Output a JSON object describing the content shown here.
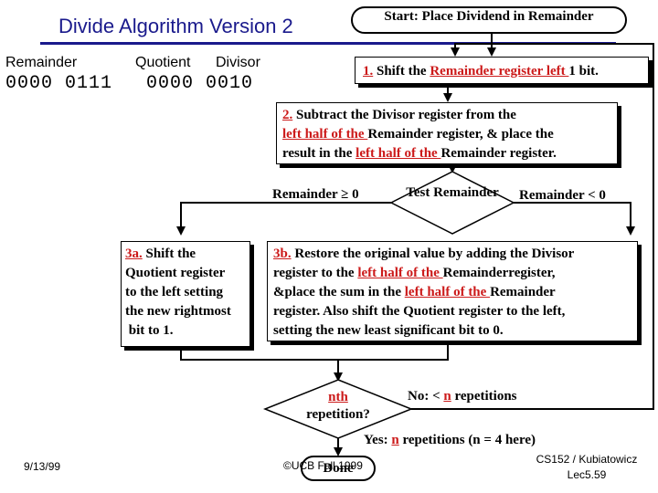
{
  "slide": {
    "title": "Divide Algorithm Version 2",
    "date": "9/13/99",
    "copyright": "©UCB Fall 1999",
    "course": "CS152 / Kubiatowicz",
    "lecture": "Lec5.59"
  },
  "registers": {
    "remainder_label": "Remainder",
    "quotient_label": "Quotient",
    "divisor_label": "Divisor",
    "remainder_value": "0000 0111",
    "quotient_divisor_value": "0000 0010"
  },
  "flow": {
    "start": "Start: Place Dividend in Remainder",
    "step1": {
      "num": "1.",
      "a": " Shift the ",
      "hl": "Remainder register left ",
      "b": "1 bit."
    },
    "step2": {
      "num": "2.",
      "a": " Subtract the Divisor register from the",
      "hl1": "left half of the ",
      "b": "Remainder register, & place the",
      "c": "result in the ",
      "hl2": "left half of the ",
      "d": "Remainder register."
    },
    "test": "Test Remainder",
    "ge_label": "Remainder ≥ 0",
    "lt_label": "Remainder < 0",
    "step3a": {
      "num": "3a.",
      "a": " Shift the",
      "b": "Quotient register",
      "c": "to the left setting",
      "d": "the new rightmost",
      "e": " bit to 1."
    },
    "step3b": {
      "num": "3b.",
      "a": " Restore the original value by adding the Divisor",
      "b": "register to the ",
      "hl1": "left half of the ",
      "c": "Remainderregister,",
      "d": "&place the sum in the ",
      "hl2": "left half of the ",
      "e": "Remainder",
      "f": "register. Also shift the Quotient register to the left,",
      "g": "setting the new least significant bit to 0."
    },
    "nth": "nth",
    "repetition": "repetition?",
    "no_label": {
      "a": "No: < ",
      "n": "n",
      "b": " repetitions"
    },
    "yes_label": {
      "a": "Yes: ",
      "n": "n",
      "b": " repetitions (n = 4 here)"
    },
    "done": "Done"
  }
}
